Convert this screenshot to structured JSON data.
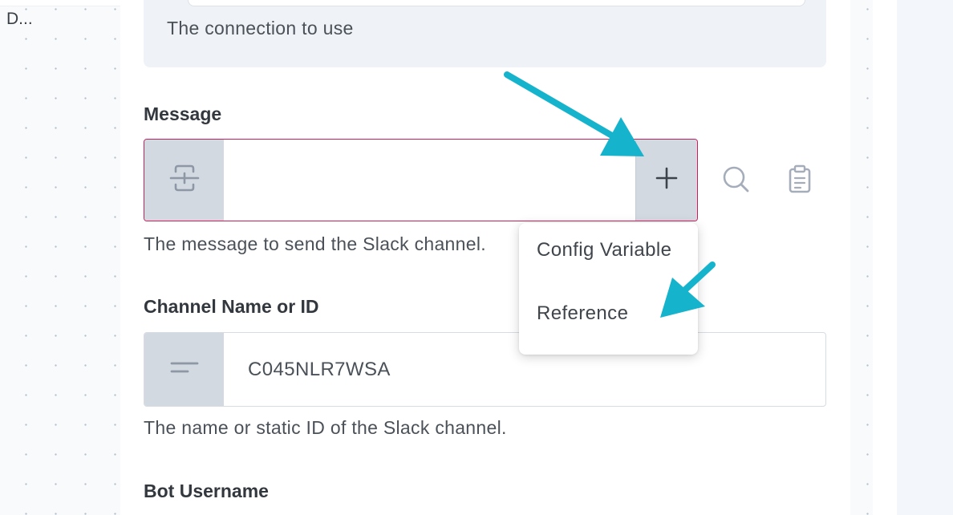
{
  "left_panel": {
    "truncated_label": "D..."
  },
  "connection": {
    "help": "The connection to use"
  },
  "message_field": {
    "label": "Message",
    "value": "",
    "help": "The message to send the Slack channel."
  },
  "insert_menu": {
    "items": [
      {
        "label": "Config Variable"
      },
      {
        "label": "Reference"
      }
    ]
  },
  "channel_field": {
    "label": "Channel Name or ID",
    "value": "C045NLR7WSA",
    "help": "The name or static ID of the Slack channel."
  },
  "bot_username_field": {
    "label": "Bot Username"
  },
  "icons": {
    "message_prefix": "template-insert-icon",
    "insert": "plus-icon",
    "search": "search-icon",
    "clipboard": "clipboard-icon",
    "channel_prefix": "text-lines-icon"
  },
  "colors": {
    "error_border": "#c81e5b",
    "annotation_arrow": "#16b3cc",
    "prefix_bg": "#d3d9e1"
  }
}
